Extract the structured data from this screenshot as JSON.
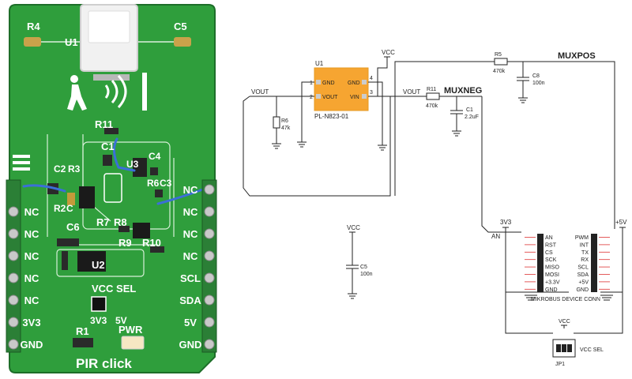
{
  "board": {
    "name": "PIR click",
    "refs": {
      "r4": "R4",
      "c5": "C5",
      "u1": "U1",
      "r11": "R11",
      "c1": "C1",
      "c2": "C2",
      "r3": "R3",
      "u3": "U3",
      "c4": "C4",
      "r2": "R2",
      "c": "C",
      "r6": "R6",
      "c3": "C3",
      "c6": "C6",
      "r7": "R7",
      "r8": "R8",
      "r9": "R9",
      "r10": "R10",
      "u2": "U2",
      "r1": "R1",
      "pwr": "PWR",
      "vcc_sel": "VCC SEL",
      "opt_3v3": "3V3",
      "opt_5v": "5V"
    },
    "left_pins": [
      "NC",
      "NC",
      "NC",
      "NC",
      "NC",
      "3V3",
      "GND"
    ],
    "right_pins": [
      "NC",
      "NC",
      "NC",
      "NC",
      "SCL",
      "SDA",
      "5V",
      "GND"
    ],
    "colors": {
      "pcb": "#2f9e3c",
      "pcb_dark": "#1f7a2c",
      "silk": "#ffffff",
      "pad": "#c9c9c9",
      "wire": "#3b6fd8"
    }
  },
  "schematic": {
    "u1_ref": "U1",
    "u1_part": "PL-N823-01",
    "u1_pins": {
      "p1": "1",
      "p2": "2",
      "p3": "3",
      "p4": "4",
      "gnd_l": "GND",
      "vout": "VOUT",
      "gnd_r": "GND",
      "vin": "VIN"
    },
    "vout_left": "VOUT",
    "vout_right": "VOUT",
    "vcc_top": "VCC",
    "r6": {
      "ref": "R6",
      "value": "47k"
    },
    "r5": {
      "ref": "R5",
      "value": "470k"
    },
    "c8": {
      "ref": "C8",
      "value": "100n"
    },
    "r11": {
      "ref": "R11",
      "value": "470k"
    },
    "c1": {
      "ref": "C1",
      "value": "2.2uF"
    },
    "muxpos": "MUXPOS",
    "muxneg": "MUXNEG",
    "vcc_c5": "VCC",
    "c5": {
      "ref": "C5",
      "value": "100n"
    },
    "net_3v3": "3V3",
    "net_5v": "+5V",
    "net_an": "AN",
    "mikro_left": [
      "AN",
      "RST",
      "CS",
      "SCK",
      "MISO",
      "MOSI",
      "+3.3V",
      "GND"
    ],
    "mikro_right": [
      "PWM",
      "INT",
      "TX",
      "RX",
      "SCL",
      "SDA",
      "+5V",
      "GND"
    ],
    "mikro_title": "MIKROBUS DEVICE CONN",
    "jp1_vcc": "VCC",
    "jp1_ref": "JP1",
    "jp1_label": "VCC SEL",
    "colors": {
      "line": "#222222",
      "ic": "#f6a531",
      "ic_pad": "#cccccc"
    }
  }
}
